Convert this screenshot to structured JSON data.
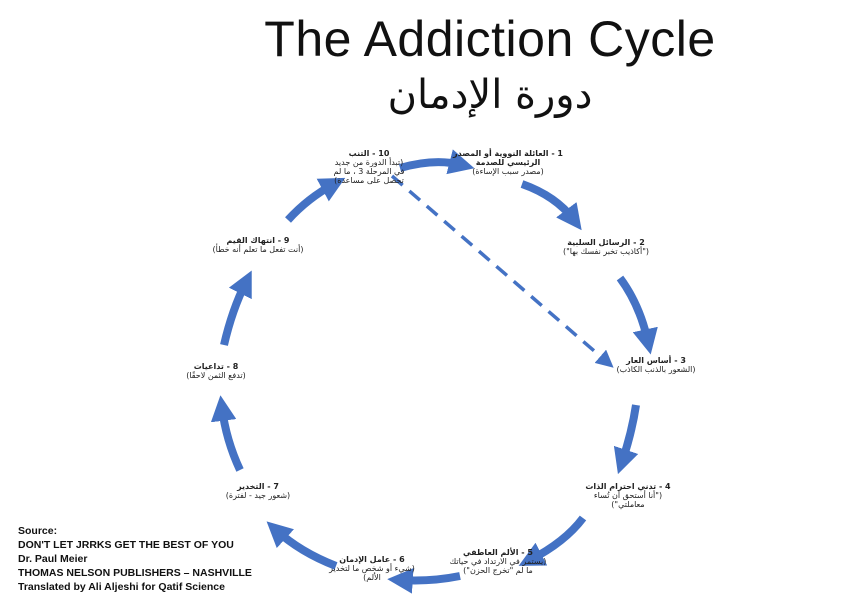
{
  "title": "The Addiction Cycle",
  "title_ar": "دورة الإدمان",
  "stages": [
    {
      "num": "1",
      "title": "العائلة النووية أو المصدر الرئيسي للصدمة",
      "body": "(مصدر سبب الإساءة)"
    },
    {
      "num": "2",
      "title": "الرسائل السلبية",
      "body": "(\"أكاذيب تخبر نفسك بها\")"
    },
    {
      "num": "3",
      "title": "أساس العار",
      "body": "(الشعور بالذنب الكاذب)"
    },
    {
      "num": "4",
      "title": "تدني احترام الذات",
      "body": "(\"أنا أستحق أن تُساء معاملتي\")"
    },
    {
      "num": "5",
      "title": "الألم العاطفي",
      "body": "(يستمر في الارتداد في حياتك ما لم \"تخرج الحزن\")"
    },
    {
      "num": "6",
      "title": "عامل الإدمان",
      "body": "(شيء أو شخص ما لتخدير الألم)"
    },
    {
      "num": "7",
      "title": "التخدير",
      "body": "(شعور جيد - لفترة)"
    },
    {
      "num": "8",
      "title": "تداعيات",
      "body": "(تدفع الثمن لاحقًا)"
    },
    {
      "num": "9",
      "title": "انتهاك القيم",
      "body": "(أنت تفعل ما تعلم أنه خطأ)"
    },
    {
      "num": "10",
      "title": "التنب",
      "body": "(تبدأ الدورة من جديد في المرحلة 3 ، ما لم تحصل على مساعدة)"
    }
  ],
  "source": {
    "label": "Source:",
    "book": "DON'T LET JRRKS GET THE BEST OF YOU",
    "author": "Dr. Paul Meier",
    "publisher": "THOMAS NELSON PUBLISHERS – NASHVILLE",
    "translator": "Translated by Ali Aljeshi for Qatif Science"
  },
  "colors": {
    "arrow": "#4472C4",
    "text": "#222222"
  }
}
